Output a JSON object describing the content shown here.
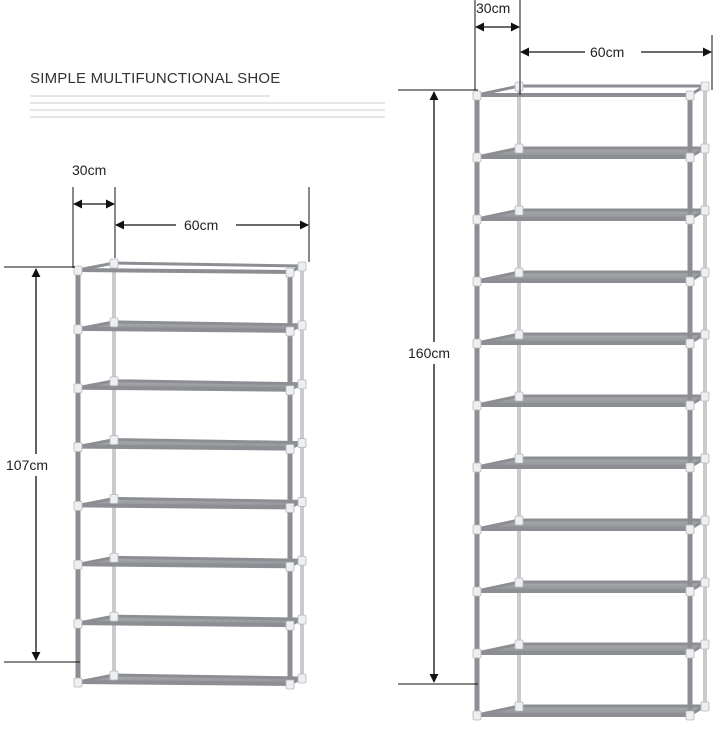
{
  "title": "SIMPLE MULTIFUNCTIONAL SHOE",
  "colors": {
    "frame": "#8c8e93",
    "frame_light": "#c9cbcf",
    "connector": "#eeeff1",
    "shelf_top": "#9fa1a5",
    "shelf_front": "#7c7e82",
    "dimension": "#111111"
  },
  "small_rack": {
    "depth_label": "30cm",
    "width_label": "60cm",
    "height_label": "107cm",
    "tiers": 7
  },
  "large_rack": {
    "depth_label": "30cm",
    "width_label": "60cm",
    "height_label": "160cm",
    "tiers": 10
  }
}
